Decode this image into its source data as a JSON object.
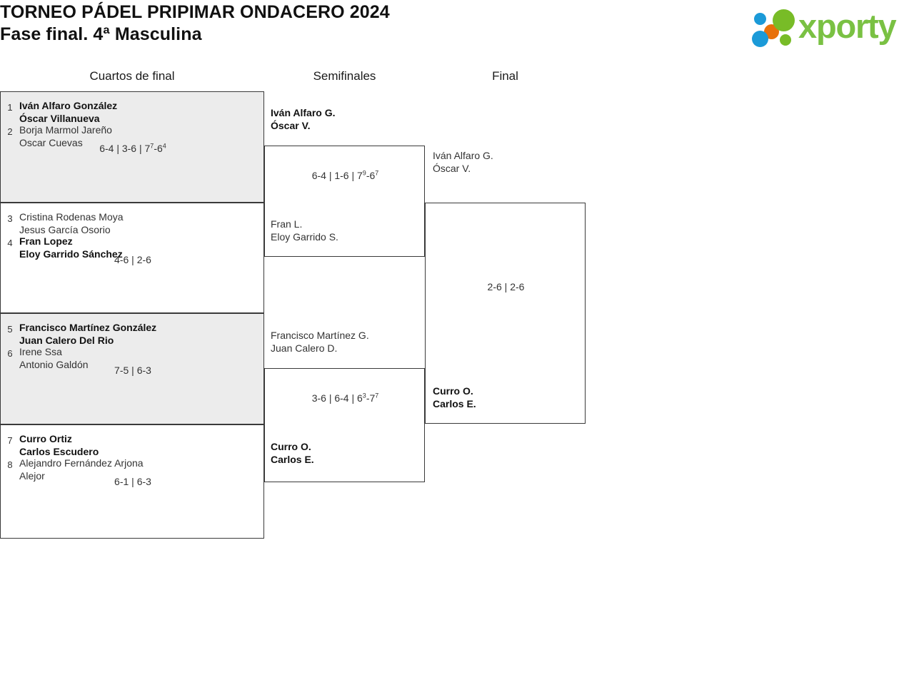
{
  "header": {
    "tournament_title": "TORNEO PÁDEL PRIPIMAR ONDACERO 2024",
    "phase_subtitle": "Fase final. 4ª Masculina",
    "logo_text": "xporty",
    "logo_colors": {
      "green": "#7ac143",
      "blue": "#1b9ad8",
      "orange": "#e8710a"
    }
  },
  "rounds": [
    {
      "label": "Cuartos de final"
    },
    {
      "label": "Semifinales"
    },
    {
      "label": "Final"
    }
  ],
  "bracket": {
    "quarterfinals": [
      {
        "shaded": true,
        "top": {
          "seed": "1",
          "player1": "Iván Alfaro González",
          "player2": "Óscar Villanueva",
          "winner": true
        },
        "bottom": {
          "seed": "2",
          "player1": "Borja Marmol Jareño",
          "player2": "Oscar Cuevas",
          "winner": false
        },
        "score_plain": "6-4 | 3-6 | 7⁷-6⁴",
        "score_parts": [
          {
            "t": "6-4 | 3-6 | 7"
          },
          {
            "sup": "7"
          },
          {
            "t": "-6"
          },
          {
            "sup": "4"
          }
        ]
      },
      {
        "shaded": false,
        "top": {
          "seed": "3",
          "player1": "Cristina Rodenas Moya",
          "player2": "Jesus García Osorio",
          "winner": false
        },
        "bottom": {
          "seed": "4",
          "player1": "Fran Lopez",
          "player2": "Eloy Garrido Sánchez",
          "winner": true
        },
        "score_plain": "4-6 | 2-6",
        "score_parts": [
          {
            "t": "4-6 | 2-6"
          }
        ]
      },
      {
        "shaded": true,
        "top": {
          "seed": "5",
          "player1": "Francisco Martínez González",
          "player2": "Juan Calero Del Rio",
          "winner": true
        },
        "bottom": {
          "seed": "6",
          "player1": "Irene Ssa",
          "player2": "Antonio Galdón",
          "winner": false
        },
        "score_plain": "7-5 | 6-3",
        "score_parts": [
          {
            "t": "7-5 | 6-3"
          }
        ]
      },
      {
        "shaded": false,
        "top": {
          "seed": "7",
          "player1": "Curro Ortiz",
          "player2": "Carlos Escudero",
          "winner": true
        },
        "bottom": {
          "seed": "8",
          "player1": "Alejandro Fernández Arjona",
          "player2": "Alejor",
          "winner": false
        },
        "score_plain": "6-1 | 6-3",
        "score_parts": [
          {
            "t": "6-1 | 6-3"
          }
        ]
      }
    ],
    "semifinals": [
      {
        "top": {
          "player1": "Iván Alfaro G.",
          "player2": "Óscar V.",
          "winner": true
        },
        "bottom": {
          "player1": "Fran L.",
          "player2": "Eloy Garrido S.",
          "winner": false
        },
        "score_plain": "6-4 | 1-6 | 7⁹-6⁷",
        "score_parts": [
          {
            "t": "6-4 | 1-6 | 7"
          },
          {
            "sup": "9"
          },
          {
            "t": "-6"
          },
          {
            "sup": "7"
          }
        ]
      },
      {
        "top": {
          "player1": "Francisco Martínez G.",
          "player2": "Juan Calero D.",
          "winner": false
        },
        "bottom": {
          "player1": "Curro O.",
          "player2": "Carlos E.",
          "winner": true
        },
        "score_plain": "3-6 | 6-4 | 6³-7⁷",
        "score_parts": [
          {
            "t": "3-6 | 6-4 | 6"
          },
          {
            "sup": "3"
          },
          {
            "t": "-7"
          },
          {
            "sup": "7"
          }
        ]
      }
    ],
    "final": [
      {
        "top": {
          "player1": "Iván Alfaro G.",
          "player2": "Óscar V.",
          "winner": false
        },
        "bottom": {
          "player1": "Curro O.",
          "player2": "Carlos E.",
          "winner": true
        },
        "score_plain": "2-6 | 2-6",
        "score_parts": [
          {
            "t": "2-6 | 2-6"
          }
        ]
      }
    ]
  }
}
